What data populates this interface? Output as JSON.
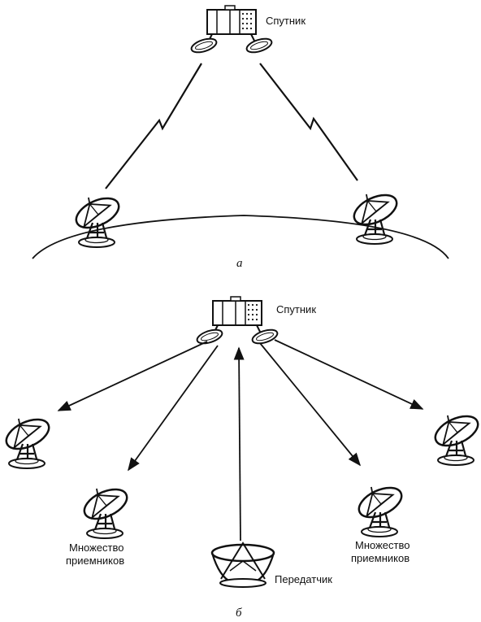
{
  "diagram_a": {
    "satellite_label": "Спутник",
    "caption": "а"
  },
  "diagram_b": {
    "satellite_label": "Спутник",
    "receivers_left_line1": "Множество",
    "receivers_left_line2": "приемников",
    "receivers_right_line1": "Множество",
    "receivers_right_line2": "приемников",
    "transmitter_label": "Передатчик",
    "caption": "б"
  }
}
